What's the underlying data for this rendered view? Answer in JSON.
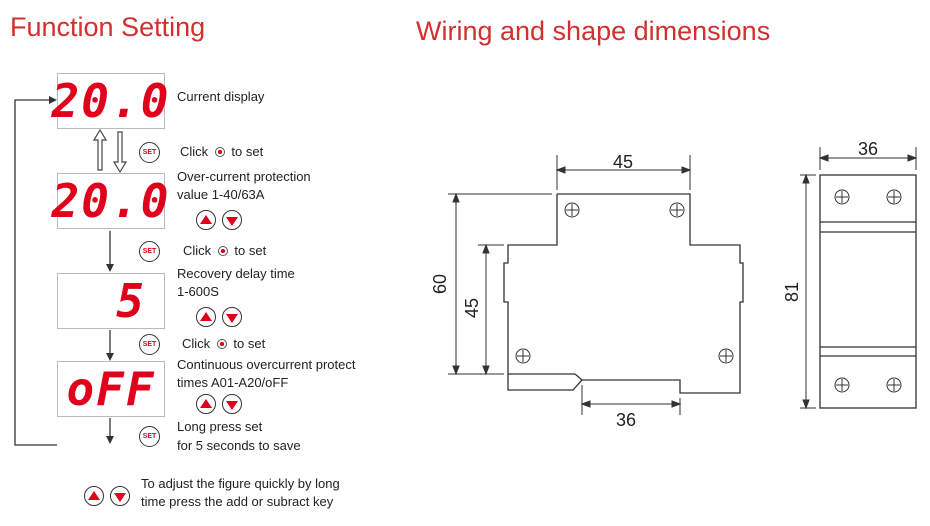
{
  "left_title": "Function Setting",
  "right_title": "Wiring and shape dimensions",
  "displays": [
    "20.0",
    "20.0",
    "5",
    "oFF"
  ],
  "labels": {
    "current_display": "Current display",
    "click": "Click",
    "to_set": "to set",
    "overcurrent_1": "Over-current protection",
    "overcurrent_2": "value 1-40/63A",
    "recovery_1": "Recovery delay time",
    "recovery_2": "1-600S",
    "continuous_1": "Continuous overcurrent protect",
    "continuous_2": "times A01-A20/oFF",
    "long_press_1": "Long press set",
    "long_press_2": "for 5 seconds to save",
    "adjust_1": "To adjust the figure quickly by long",
    "adjust_2": "time press the add or subract key"
  },
  "set_button_label": "SET",
  "dimensions": {
    "front_width": "45",
    "front_height": "60",
    "front_inner_height": "45",
    "front_bottom_width": "36",
    "side_width": "36",
    "side_height": "81"
  },
  "colors": {
    "accent": "#d32f2f",
    "segment": "#e0001b"
  }
}
